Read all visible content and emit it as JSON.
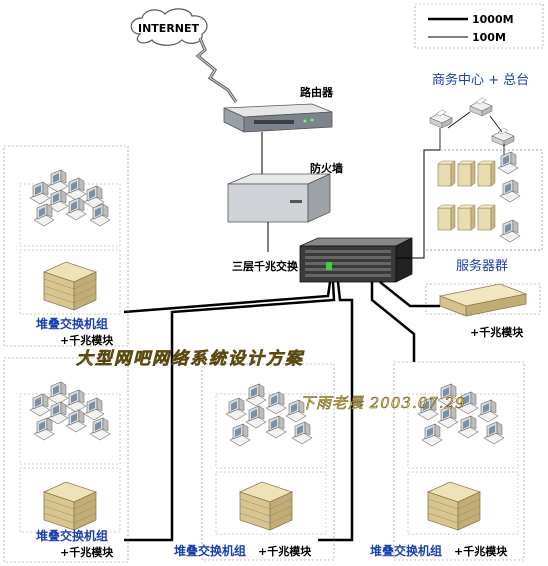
{
  "legend": {
    "thick_label": "1000M",
    "thin_label": "100M"
  },
  "nodes": {
    "internet": "INTERNET",
    "router": "路由器",
    "firewall": "防火墙",
    "core_switch": "三层千兆交换",
    "business_center": "商务中心 + 总台",
    "server_group": "服务器群",
    "gigabit_module": "+千兆模块"
  },
  "groups": [
    {
      "title": "堆叠交换机组",
      "module": "+千兆模块"
    },
    {
      "title": "堆叠交换机组",
      "module": "+千兆模块"
    },
    {
      "title": "堆叠交换机组",
      "module": "+千兆模块"
    },
    {
      "title": "堆叠交换机组",
      "module": "+千兆模块"
    }
  ],
  "overlay": {
    "title": "大型网吧网络系统设计方案",
    "author_date": "下雨老晨 2003.07.29"
  },
  "colors": {
    "label_blue": "#1a3fb0",
    "title_gold": "#f0d060"
  }
}
